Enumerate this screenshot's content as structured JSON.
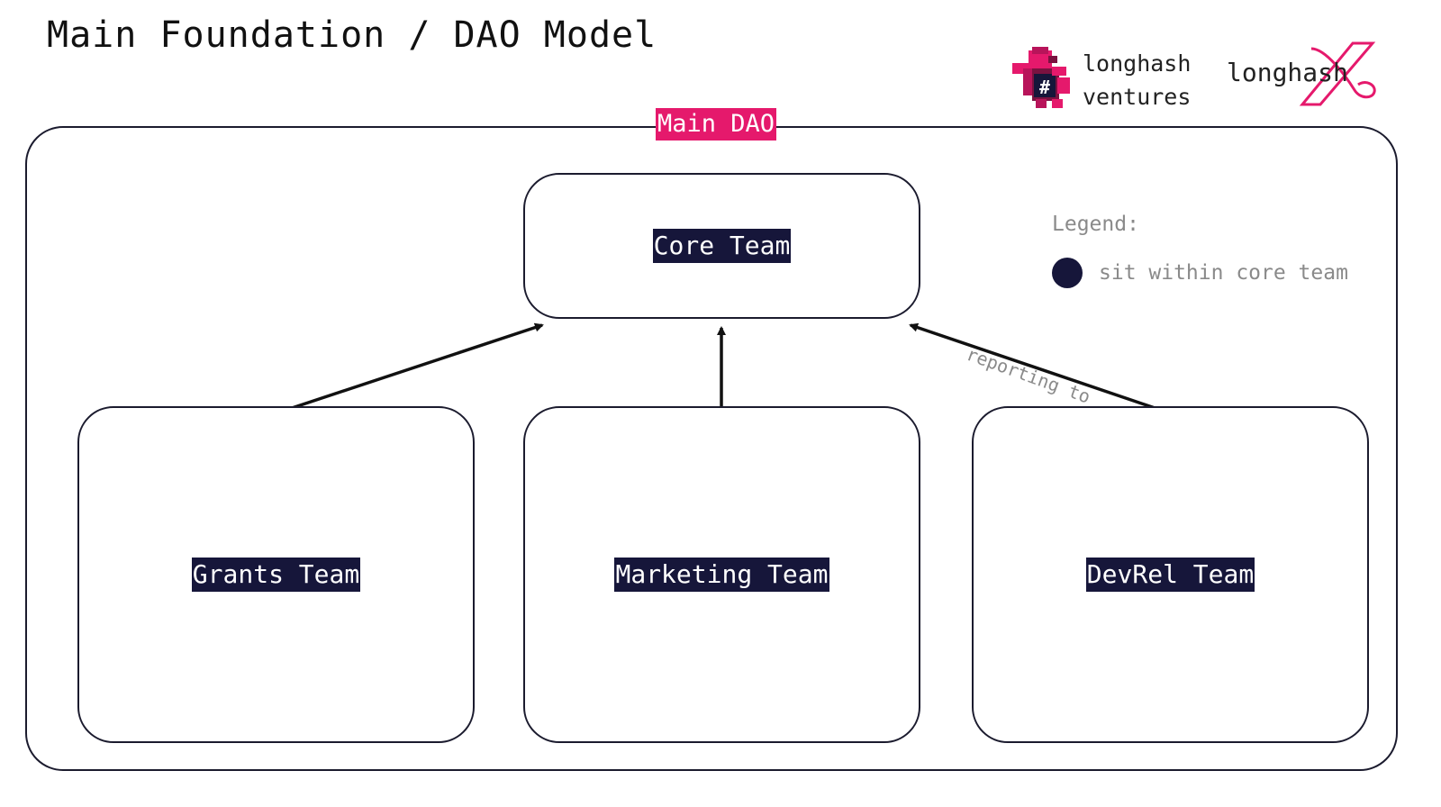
{
  "header": {
    "title": "Main Foundation / DAO Model"
  },
  "logos": {
    "longhash_ventures": {
      "line1": "longhash",
      "line2": "ventures",
      "mascot_mark": "#",
      "icon": "mascot-icon",
      "accent": "#e5196c",
      "accent_dark": "#7a1240"
    },
    "longhash_x": {
      "word": "longhash",
      "icon": "x-mark-icon",
      "accent": "#e5196c"
    }
  },
  "diagram": {
    "container_label": "Main DAO",
    "container_label_color": "#e5196c",
    "box_label_bg": "#16163a",
    "stroke_color": "#1b1b2e",
    "nodes": {
      "core": "Core Team",
      "grants": "Grants Team",
      "marketing": "Marketing Team",
      "devrel": "DevRel Team"
    },
    "edges": [
      {
        "from": "grants",
        "to": "core"
      },
      {
        "from": "marketing",
        "to": "core"
      },
      {
        "from": "devrel",
        "to": "core",
        "label": "reporting to"
      }
    ]
  },
  "legend": {
    "title": "Legend:",
    "items": [
      {
        "label": "sit within core team",
        "color": "#16163a"
      }
    ]
  }
}
